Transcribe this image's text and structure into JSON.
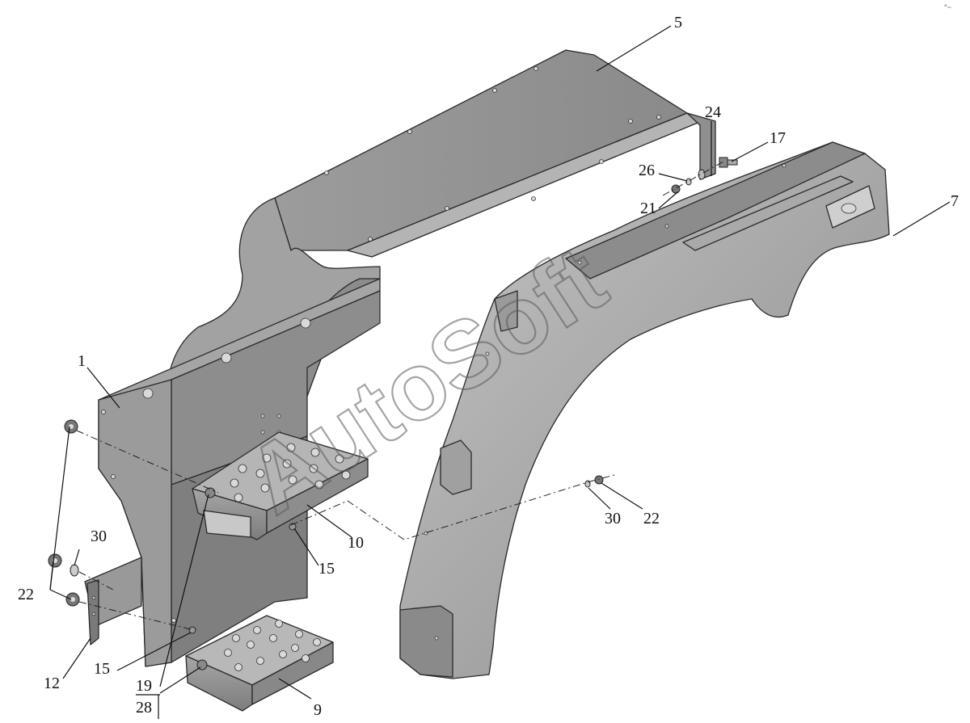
{
  "watermark": "AutoSoft",
  "corner_mark": "°~ ",
  "callouts": [
    {
      "id": "c1",
      "label": "1"
    },
    {
      "id": "c5",
      "label": "5"
    },
    {
      "id": "c7",
      "label": "7"
    },
    {
      "id": "c9",
      "label": "9"
    },
    {
      "id": "c10",
      "label": "10"
    },
    {
      "id": "c12",
      "label": "12"
    },
    {
      "id": "c15a",
      "label": "15"
    },
    {
      "id": "c15b",
      "label": "15"
    },
    {
      "id": "c17",
      "label": "17"
    },
    {
      "id": "c19",
      "label": "19"
    },
    {
      "id": "c21",
      "label": "21"
    },
    {
      "id": "c22a",
      "label": "22"
    },
    {
      "id": "c22b",
      "label": "22"
    },
    {
      "id": "c24",
      "label": "24"
    },
    {
      "id": "c26",
      "label": "26"
    },
    {
      "id": "c28",
      "label": "28"
    },
    {
      "id": "c30a",
      "label": "30"
    },
    {
      "id": "c30b",
      "label": "30"
    }
  ],
  "colors": {
    "part_fill": "#9a9a9a",
    "part_light": "#b8b8b8",
    "part_dark": "#6e6e6e",
    "line": "#111111"
  }
}
